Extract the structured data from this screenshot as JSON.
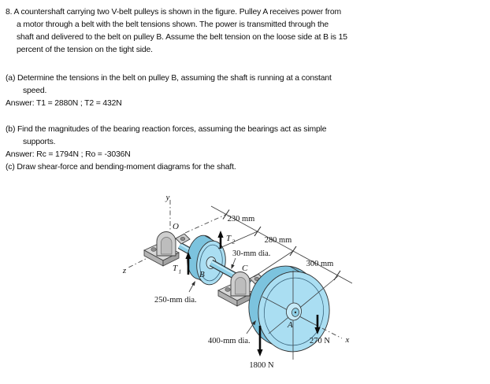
{
  "problem": {
    "lines": [
      "8. A countershaft carrying two V-belt pulleys is shown in the figure. Pulley A receives power from",
      "a motor through a belt with the belt tensions shown. The power is transmitted through the",
      "shaft and delivered to the belt on pulley B. Assume the belt tension on the loose side at B is 15",
      "percent of the tension on the tight side.",
      "(a) Determine the tensions in the belt on pulley B, assuming the shaft is running at a constant",
      "speed.",
      "Answer: T1 = 2880N ; T2 = 432N",
      "(b) Find the magnitudes of the bearing reaction forces, assuming the bearings act as simple",
      "supports.",
      "Answer: Rc = 1794N ; Ro = -3036N",
      "(c) Draw shear-force and bending-moment diagrams for the shaft."
    ]
  },
  "figure": {
    "axes": {
      "x": "x",
      "y": "y",
      "z": "z"
    },
    "points": {
      "o": "O",
      "b": "B",
      "c": "C",
      "a": "A"
    },
    "dims": {
      "d1": "230 mm",
      "d2": "280 mm",
      "d3": "300 mm",
      "pulley_b": "250-mm dia.",
      "shaft": "30-mm dia.",
      "pulley_a": "400-mm dia."
    },
    "forces": {
      "t1_sym": "T",
      "t1_sub": "1",
      "t2_sym": "T",
      "t2_sub": "2",
      "f1": "1800 N",
      "f2": "270 N"
    },
    "colors": {
      "pulley_face": "#aadef2",
      "pulley_rim": "#7cc3de",
      "shaft": "#8ed0e8",
      "bearing": "#cfcfcf",
      "outline": "#2e2e2e"
    }
  }
}
